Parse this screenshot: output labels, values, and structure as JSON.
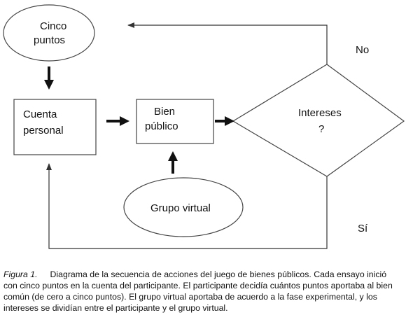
{
  "nodes": {
    "start": {
      "line1": "Cinco",
      "line2": "puntos"
    },
    "personal": {
      "line1": "Cuenta",
      "line2": "personal"
    },
    "public": {
      "line1": "Bien",
      "line2": "público"
    },
    "decision": {
      "line1": "Intereses",
      "line2": "?"
    },
    "virtual": {
      "label": "Grupo virtual"
    }
  },
  "edges": {
    "no_label": "No",
    "yes_label": "Sí"
  },
  "caption": {
    "figure_label": "Figura 1.",
    "text": "Diagrama de la secuencia de acciones del juego de bienes públicos. Cada ensayo inició con cinco puntos en la cuenta del participante. El participante decidía cuántos puntos aportaba al bien común (de cero a cinco puntos). El grupo virtual aportaba de acuerdo a la fase experimental, y los intereses se dividían entre el participante y el grupo virtual."
  }
}
